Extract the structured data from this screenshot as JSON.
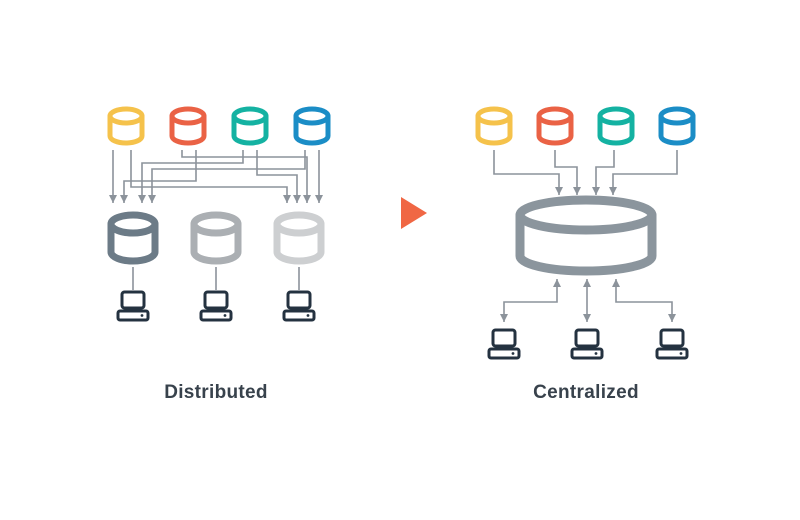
{
  "colors": {
    "background": "#FFFFFF",
    "yellow": "#F5C24B",
    "orange": "#EA6245",
    "teal": "#14B2A2",
    "blue": "#1B8DC6",
    "gray_dark": "#6C7B87",
    "gray_medium": "#ABAFB3",
    "gray_light": "#CDCFD1",
    "gray_central": "#8B959D",
    "line": "#8C939B",
    "device": "#243240",
    "text": "#38424C",
    "triangle": "#F06744"
  },
  "diagram": {
    "left_panel": {
      "label": "Distributed",
      "source_databases": [
        {
          "name": "source-db-yellow",
          "color_key": "yellow"
        },
        {
          "name": "source-db-orange",
          "color_key": "orange"
        },
        {
          "name": "source-db-teal",
          "color_key": "teal"
        },
        {
          "name": "source-db-blue",
          "color_key": "blue"
        }
      ],
      "warehouse_databases": [
        {
          "name": "warehouse-db-dark",
          "color_key": "gray_dark"
        },
        {
          "name": "warehouse-db-medium",
          "color_key": "gray_medium"
        },
        {
          "name": "warehouse-db-light",
          "color_key": "gray_light"
        }
      ],
      "client_devices": 3,
      "flow_description": "each source database feeds multiple warehouses via crossing arrows"
    },
    "transition": {
      "icon": "right-arrow-triangle",
      "color_key": "triangle"
    },
    "right_panel": {
      "label": "Centralized",
      "source_databases": [
        {
          "name": "source-db-yellow",
          "color_key": "yellow"
        },
        {
          "name": "source-db-orange",
          "color_key": "orange"
        },
        {
          "name": "source-db-teal",
          "color_key": "teal"
        },
        {
          "name": "source-db-blue",
          "color_key": "blue"
        }
      ],
      "central_database": {
        "name": "central-warehouse-db",
        "color_key": "gray_central"
      },
      "client_devices": 3,
      "flow_description": "all sources converge into one central database which syncs bidirectionally with clients"
    }
  }
}
